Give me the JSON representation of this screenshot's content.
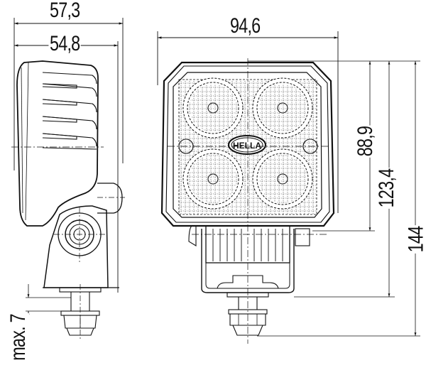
{
  "drawing": {
    "type": "technical dimension drawing",
    "subject": "LED work light, side and front views",
    "logo_text": "HELLA",
    "line_color": "#111111",
    "background": "#ffffff"
  },
  "dimensions": {
    "side_view": {
      "overall_depth": "57,3",
      "housing_depth": "54,8",
      "max_thread_length": "max. 7"
    },
    "front_view": {
      "width": "94,6",
      "housing_height": "88,9",
      "height_to_bracket": "123,4",
      "overall_height": "144"
    }
  },
  "units": "mm"
}
